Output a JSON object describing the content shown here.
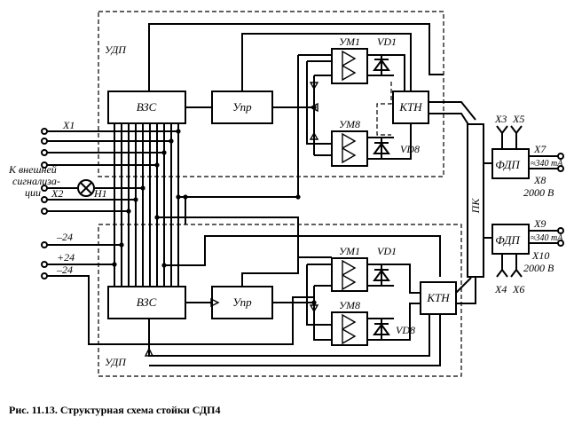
{
  "blocks": {
    "udp_top": "УДП",
    "udp_bottom": "УДП",
    "vzs": "ВЗС",
    "upr": "Упр",
    "um1": "УМ1",
    "um8": "УМ8",
    "vd1": "VD1",
    "vd8": "VD8",
    "ktn": "КТН",
    "pk": "ПК",
    "fdp": "ФДП"
  },
  "terminals": {
    "x1": "X1",
    "x2": "X2",
    "x3": "X3",
    "x4": "X4",
    "x5": "X5",
    "x6": "X6",
    "x7": "X7",
    "x8": "X8",
    "x9": "X9",
    "x10": "X10",
    "h1": "H1"
  },
  "labels": {
    "external_signal": [
      "К внешней",
      "сигнализа-",
      "ции"
    ],
    "minus24_top": "–24",
    "plus24": "+24",
    "minus24_bottom": "–24",
    "current_top": "≈340 mA",
    "current_bottom": "≈340 mA",
    "voltage_top": "2000 В",
    "voltage_bottom": "2000 В"
  },
  "caption": "Рис. 11.13. Структурная схема стойки СДП4"
}
